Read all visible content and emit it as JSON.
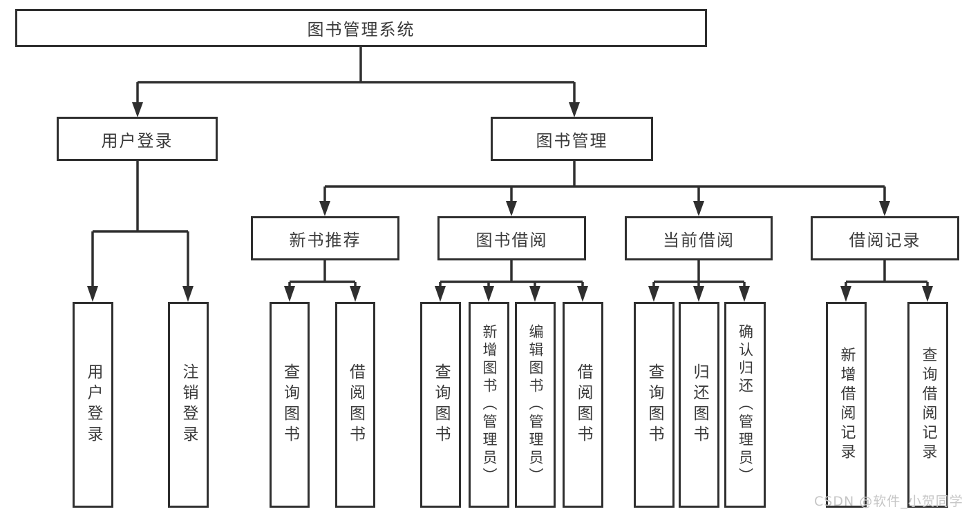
{
  "root": {
    "label": "图书管理系统"
  },
  "branches": {
    "user_login": {
      "label": "用户登录",
      "leaves": [
        {
          "label": "用户登录"
        },
        {
          "label": "注销登录"
        }
      ]
    },
    "book_management": {
      "label": "图书管理",
      "sections": {
        "new_book_recommend": {
          "label": "新书推荐",
          "leaves": [
            {
              "label": "查询图书"
            },
            {
              "label": "借阅图书"
            }
          ]
        },
        "book_borrow": {
          "label": "图书借阅",
          "leaves": [
            {
              "label": "查询图书"
            },
            {
              "label": "新增图书（管理员）"
            },
            {
              "label": "编辑图书（管理员）"
            },
            {
              "label": "借阅图书"
            }
          ]
        },
        "current_borrow": {
          "label": "当前借阅",
          "leaves": [
            {
              "label": "查询图书"
            },
            {
              "label": "归还图书"
            },
            {
              "label": "确认归还（管理员）"
            }
          ]
        },
        "borrow_records": {
          "label": "借阅记录",
          "leaves": [
            {
              "label": "新增借阅记录"
            },
            {
              "label": "查询借阅记录"
            }
          ]
        }
      }
    }
  },
  "watermark": {
    "text": "CSDN @软件_小贺同学"
  },
  "colors": {
    "line": "#2f2f2f",
    "text": "#3a3a3a",
    "watermark": "#c6c6c6",
    "background": "#ffffff"
  }
}
